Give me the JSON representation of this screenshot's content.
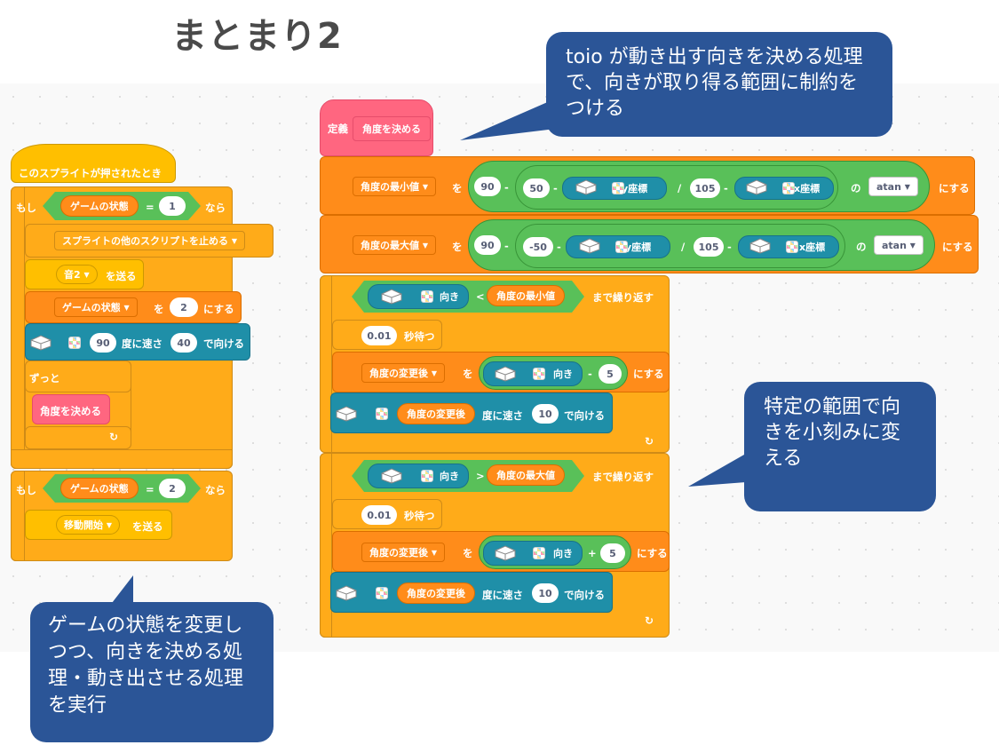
{
  "title": "まとまり2",
  "callouts": {
    "top_right": "toio が動き出す向きを決める処理で、向きが取り得る範囲に制約をつける",
    "middle_right": "特定の範囲で向きを小刻みに変える",
    "bottom_left": "ゲームの状態を変更しつつ、向きを決める処理・動き出させる処理を実行"
  },
  "script_left": {
    "hat": "このスプライトが押されたとき",
    "if1": {
      "label": "もし",
      "then": "なら",
      "var": "ゲームの状態",
      "op": "=",
      "value": "1"
    },
    "stop": "スプライトの他のスクリプトを止める",
    "broadcast1": {
      "message": "音2",
      "suffix": "を送る"
    },
    "setvar": {
      "var": "ゲームの状態",
      "to": "を",
      "value": "2",
      "suffix": "にする"
    },
    "move": {
      "angle": "90",
      "mid": "度に速さ",
      "speed": "40",
      "suffix": "で向ける"
    },
    "forever": "ずっと",
    "call": "角度を決める",
    "if2": {
      "label": "もし",
      "then": "なら",
      "var": "ゲームの状態",
      "op": "=",
      "value": "2"
    },
    "broadcast2": {
      "message": "移動開始",
      "suffix": "を送る"
    },
    "loop_arrow": "↻"
  },
  "script_right": {
    "define": {
      "label": "定義",
      "name": "角度を決める"
    },
    "set_min": {
      "var": "角度の最小値",
      "to": "を",
      "a": "90",
      "minus": "-",
      "b": "50",
      "ycoord": "y座標",
      "div": "/",
      "c": "105",
      "xcoord": "x座標",
      "of": "の",
      "fn": "atan",
      "suffix": "にする"
    },
    "set_max": {
      "var": "角度の最大値",
      "to": "を",
      "a": "90",
      "minus": "-",
      "b": "-50",
      "ycoord": "y座標",
      "div": "/",
      "c": "105",
      "xcoord": "x座標",
      "of": "の",
      "fn": "atan",
      "suffix": "にする"
    },
    "repeat1": {
      "dir": "向き",
      "op": "<",
      "var": "角度の最小値",
      "suffix": "まで繰り返す"
    },
    "wait1": {
      "value": "0.01",
      "suffix": "秒待つ"
    },
    "set_after1": {
      "var": "角度の変更後",
      "to": "を",
      "dir": "向き",
      "op": "-",
      "value": "5",
      "suffix": "にする"
    },
    "move1": {
      "var": "角度の変更後",
      "mid": "度に速さ",
      "speed": "10",
      "suffix": "で向ける"
    },
    "repeat2": {
      "dir": "向き",
      "op": ">",
      "var": "角度の最大値",
      "suffix": "まで繰り返す"
    },
    "wait2": {
      "value": "0.01",
      "suffix": "秒待つ"
    },
    "set_after2": {
      "var": "角度の変更後",
      "to": "を",
      "dir": "向き",
      "op": "+",
      "value": "5",
      "suffix": "にする"
    },
    "move2": {
      "var": "角度の変更後",
      "mid": "度に速さ",
      "speed": "10",
      "suffix": "で向ける"
    }
  },
  "dropdown_arrow": "▼",
  "colors": {
    "event": "#ffbf00",
    "control": "#ffab19",
    "variable": "#ff8c1a",
    "toio": "#1f8fa8",
    "operator": "#59c059",
    "myblock": "#ff6680",
    "callout": "#2b5597"
  }
}
